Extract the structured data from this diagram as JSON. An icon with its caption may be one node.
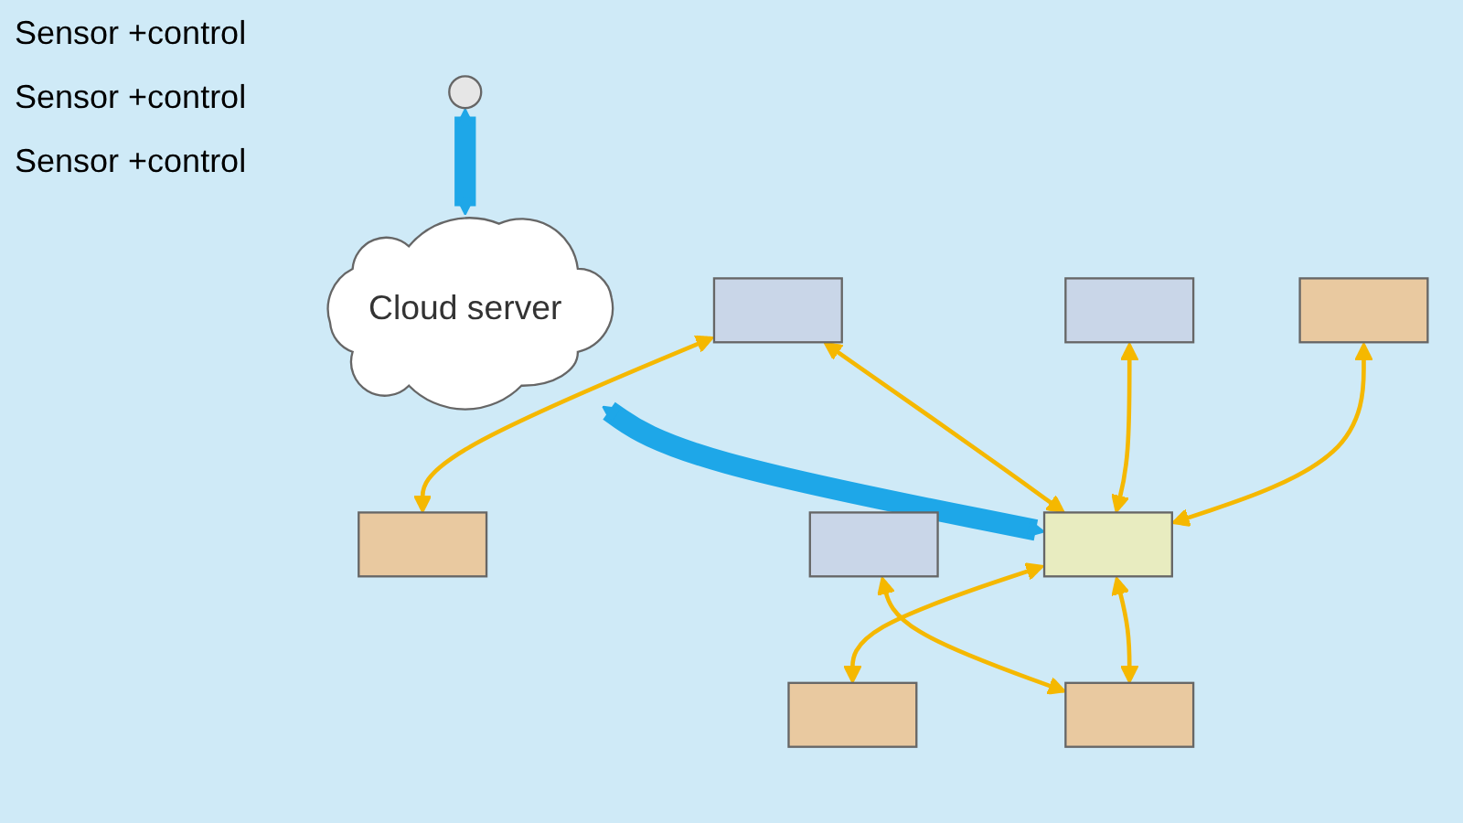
{
  "diagram": {
    "nodes": [
      {
        "text": [],
        "shape": "person"
      },
      {
        "text": [
          "Cloud server"
        ]
      },
      {
        "text": [],
        "shape": "box"
      },
      {
        "text": [],
        "shape": "box"
      },
      {
        "text": [],
        "shape": "box"
      },
      {
        "text": [],
        "shape": "box"
      },
      {
        "text": [],
        "shape": "box"
      },
      {
        "text": [],
        "shape": "box"
      },
      {
        "text": [],
        "shape": "box"
      },
      {
        "text": [],
        "shape": "box"
      }
    ],
    "edges": [
      {
        "from": 0,
        "to": 1,
        "arrow": "both",
        "style": "thick",
        "color": "#1ea7e8"
      },
      {
        "from": 1,
        "to": 7,
        "arrow": "both",
        "style": "thick",
        "color": "#1ea7e8"
      },
      {
        "from": 2,
        "to": 3,
        "arrow": "both"
      },
      {
        "from": 2,
        "to": 7,
        "arrow": "both"
      },
      {
        "from": 7,
        "to": 4,
        "arrow": "both"
      },
      {
        "from": 5,
        "to": 9,
        "arrow": "both"
      },
      {
        "from": 6,
        "to": 7,
        "arrow": "both"
      },
      {
        "from": 8,
        "to": 7,
        "arrow": "both"
      },
      {
        "from": 7,
        "to": 9,
        "arrow": "both"
      }
    ],
    "labels": [
      "Sensor +control",
      "Sensor +control",
      "Sensor +control"
    ]
  }
}
